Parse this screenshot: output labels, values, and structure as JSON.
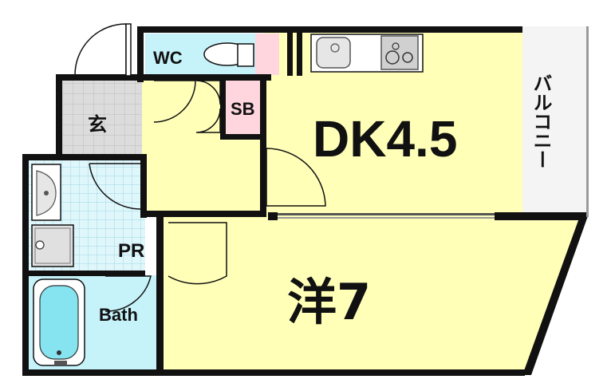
{
  "floorplan": {
    "rooms": {
      "wc": "WC",
      "sb": "SB",
      "entrance": "玄",
      "dk": "DK4.5",
      "pr": "PR",
      "bath": "Bath",
      "western": "洋7",
      "balcony": "バルコニー"
    },
    "colors": {
      "walls": "#111111",
      "living_yellow": "#ffffb8",
      "wet_blue": "#c6f2fa",
      "entrance_gray": "#dcdcdc",
      "balcony_gray": "#f4f4f4",
      "pink": "#ffd6de",
      "tub_blue": "#86e3f0"
    }
  }
}
